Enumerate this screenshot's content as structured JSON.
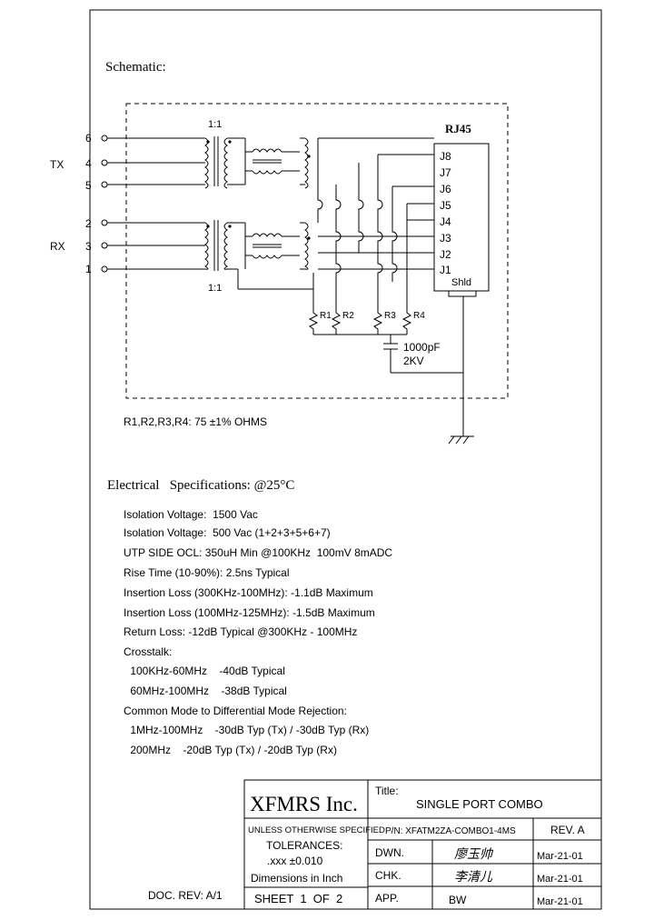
{
  "schematic": {
    "title": "Schematic:",
    "ratio_top": "1:1",
    "ratio_bottom": "1:1",
    "tx_label": "TX",
    "rx_label": "RX",
    "pins_left": [
      "6",
      "4",
      "5",
      "2",
      "3",
      "1"
    ],
    "rj45_label": "RJ45",
    "rj45_pins": [
      "J8",
      "J7",
      "J6",
      "J5",
      "J4",
      "J3",
      "J2",
      "J1"
    ],
    "shield_label": "Shld",
    "resistors": [
      "R1",
      "R2",
      "R3",
      "R4"
    ],
    "cap_value": "1000pF",
    "cap_voltage": "2KV",
    "resistor_note": "R1,R2,R3,R4: 75 ±1% OHMS"
  },
  "specs": {
    "title": "Electrical   Specifications: @25°C",
    "lines": [
      "Isolation Voltage:  1500 Vac",
      "Isolation Voltage:  500 Vac (1+2+3+5+6+7)",
      "UTP SIDE OCL: 350uH Min @100KHz  100mV 8mADC",
      "Rise Time (10-90%): 2.5ns Typical",
      "Insertion Loss (300KHz-100MHz): -1.1dB Maximum",
      "Insertion Loss (100MHz-125MHz): -1.5dB Maximum",
      "Return Loss: -12dB Typical @300KHz - 100MHz",
      "Crosstalk:",
      " 100KHz-60MHz    -40dB Typical",
      " 60MHz-100MHz    -38dB Typical",
      "Common Mode to Differential Mode Rejection:",
      " 1MHz-100MHz    -30dB Typ (Tx) / -30dB Typ (Rx)",
      " 200MHz    -20dB Typ (Tx) / -20dB Typ (Rx)"
    ]
  },
  "title_block": {
    "company": "XFMRS Inc.",
    "title_label": "Title:",
    "title_value": "SINGLE PORT COMBO",
    "unless": "UNLESS OTHERWISE SPECIFIED",
    "tolerances": "TOLERANCES:",
    "tol_value": ".xxx ±0.010",
    "dimensions": "Dimensions in Inch",
    "sheet": "SHEET  1  OF  2",
    "pn": "P/N: XFATM2ZA-COMBO1-4MS",
    "rev": "REV. A",
    "dwn_label": "DWN.",
    "dwn_name": "廖玉帅",
    "dwn_date": "Mar-21-01",
    "chk_label": "CHK.",
    "chk_name": "李清儿",
    "chk_date": "Mar-21-01",
    "app_label": "APP.",
    "app_name": "BW",
    "app_date": "Mar-21-01",
    "doc_rev": "DOC. REV: A/1"
  }
}
